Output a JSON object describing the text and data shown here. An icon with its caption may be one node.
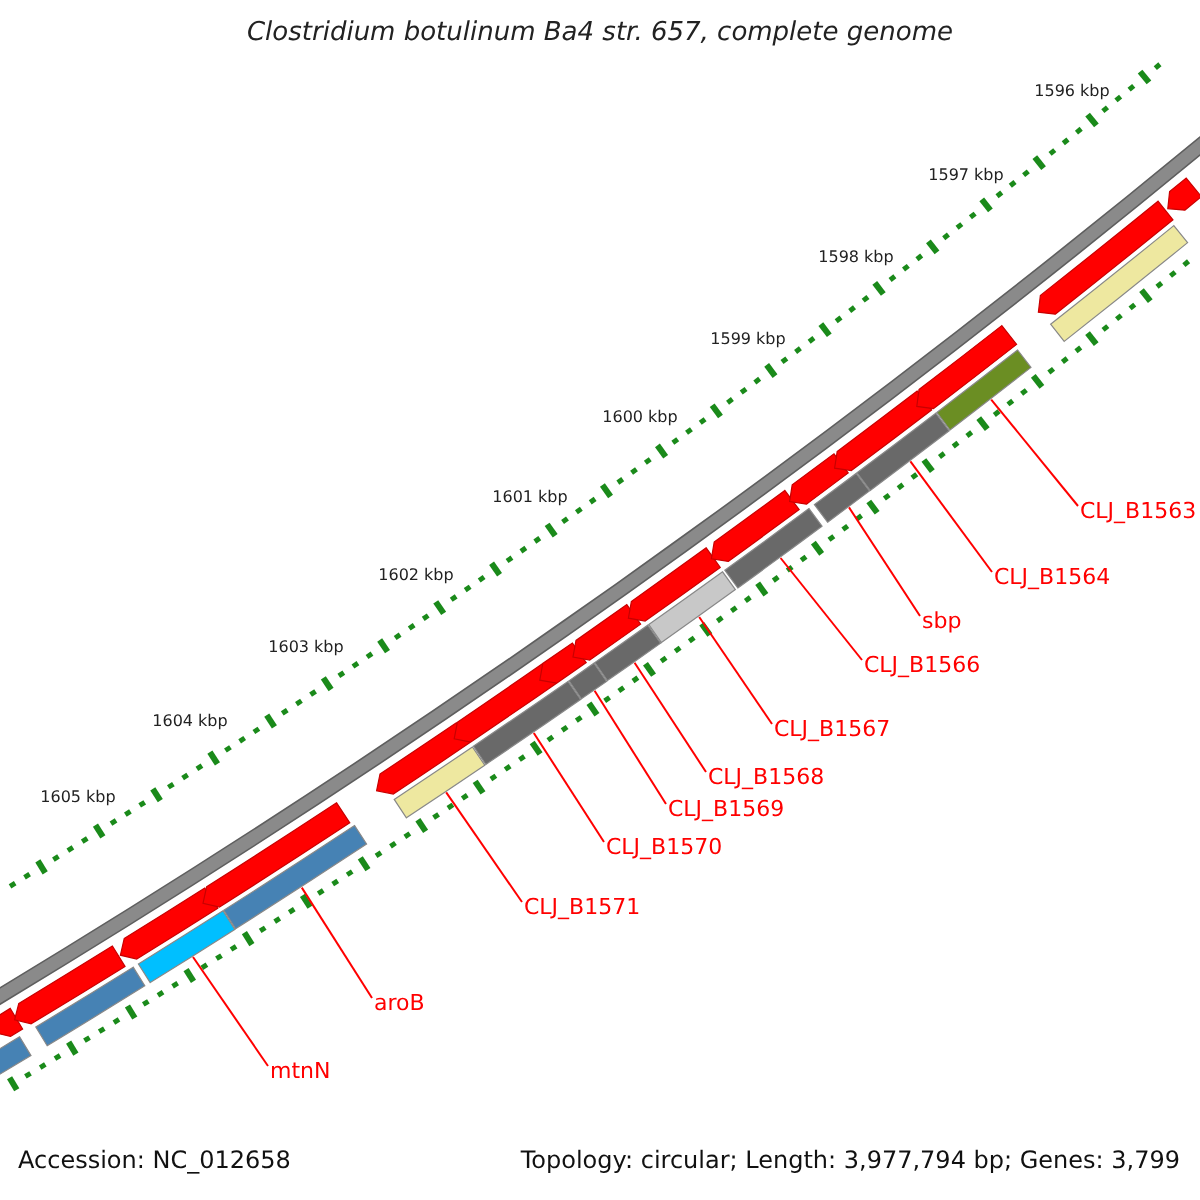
{
  "diagram": {
    "title": "Clostridium botulinum Ba4 str. 657, complete genome",
    "nodes": [
      {
        "text": [
          "CLJ_B1563"
        ]
      },
      {
        "text": [
          "CLJ_B1564"
        ]
      },
      {
        "text": [
          "sbp"
        ]
      },
      {
        "text": [
          "CLJ_B1566"
        ]
      },
      {
        "text": [
          "CLJ_B1567"
        ]
      },
      {
        "text": [
          "CLJ_B1568"
        ]
      },
      {
        "text": [
          "CLJ_B1569"
        ]
      },
      {
        "text": [
          "CLJ_B1570"
        ]
      },
      {
        "text": [
          "CLJ_B1571"
        ]
      },
      {
        "text": [
          "aroB"
        ]
      },
      {
        "text": [
          "mtnN"
        ]
      },
      {
        "text": [],
        "shape": "bar"
      },
      {
        "text": [],
        "shape": "bar"
      },
      {
        "text": [],
        "shape": "bar"
      },
      {
        "text": [],
        "shape": "bar"
      },
      {
        "text": [],
        "shape": "bar"
      },
      {
        "text": [],
        "shape": "bar"
      },
      {
        "text": [],
        "shape": "bar"
      },
      {
        "text": [],
        "shape": "bar"
      },
      {
        "text": [],
        "shape": "bar"
      },
      {
        "text": [],
        "shape": "bar"
      },
      {
        "text": [],
        "shape": "bar"
      },
      {
        "text": [],
        "shape": "bar"
      },
      {
        "text": [],
        "shape": "bar"
      },
      {
        "text": [],
        "shape": "bar"
      },
      {
        "text": [],
        "shape": "bar"
      },
      {
        "text": [],
        "shape": "bar"
      },
      {
        "text": [],
        "shape": "bar"
      },
      {
        "text": [],
        "shape": "bar"
      },
      {
        "text": [],
        "shape": "bar"
      },
      {
        "text": [],
        "shape": "bar"
      },
      {
        "text": [],
        "shape": "bar"
      },
      {
        "text": [],
        "shape": "bar"
      },
      {
        "text": [],
        "shape": "bar"
      },
      {
        "text": [],
        "shape": "bar"
      },
      {
        "text": [],
        "shape": "bar"
      },
      {
        "text": [],
        "shape": "bar"
      },
      {
        "text": [],
        "shape": "bar"
      },
      {
        "text": [],
        "shape": "bar"
      },
      {
        "text": [],
        "shape": "bar"
      }
    ],
    "edges": [
      {
        "from": 0,
        "to": 21,
        "arrow": "none"
      },
      {
        "from": 1,
        "to": 20,
        "arrow": "none"
      },
      {
        "from": 2,
        "to": 19,
        "arrow": "none"
      },
      {
        "from": 3,
        "to": 18,
        "arrow": "none"
      },
      {
        "from": 4,
        "to": 17,
        "arrow": "none"
      },
      {
        "from": 5,
        "to": 16,
        "arrow": "none"
      },
      {
        "from": 6,
        "to": 15,
        "arrow": "none"
      },
      {
        "from": 7,
        "to": 14,
        "arrow": "none"
      },
      {
        "from": 8,
        "to": 13,
        "arrow": "none"
      },
      {
        "from": 9,
        "to": 12,
        "arrow": "none"
      },
      {
        "from": 10,
        "to": 11,
        "arrow": "none"
      }
    ],
    "labels": [
      "1596 kbp",
      "1597 kbp",
      "1598 kbp",
      "1599 kbp",
      "1600 kbp",
      "1601 kbp",
      "1602 kbp",
      "1603 kbp",
      "1604 kbp",
      "1605 kbp",
      "Accession: NC_012658",
      "Topology: circular; Length: 3,977,794 bp; Genes: 3,799"
    ]
  }
}
